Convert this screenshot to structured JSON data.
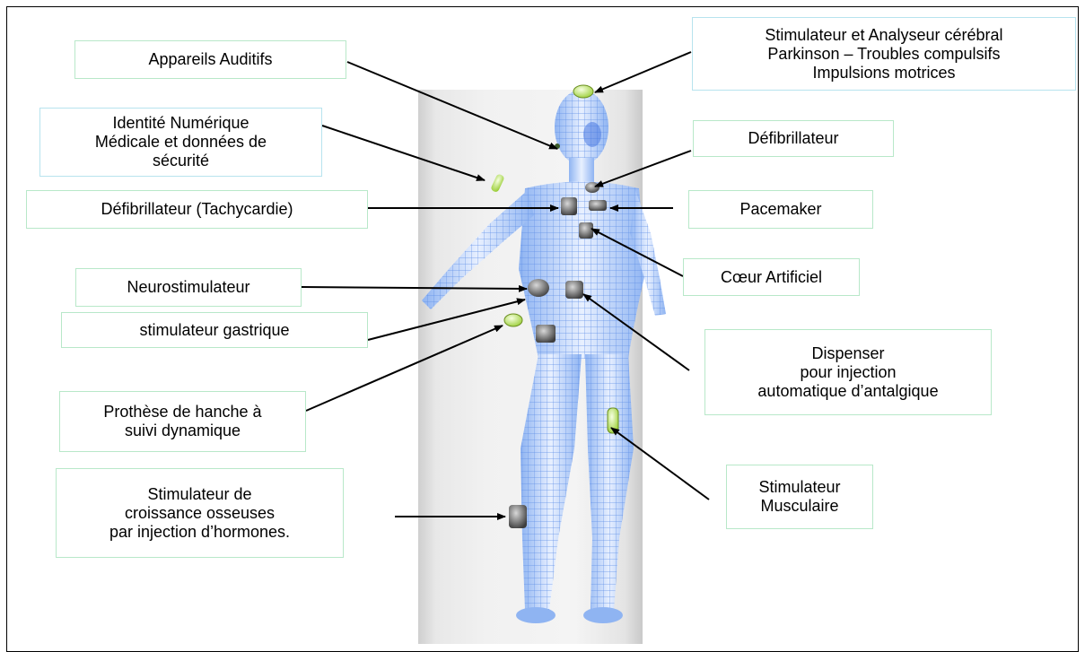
{
  "labels": {
    "appareils_auditifs": "Appareils Auditifs",
    "stimulateur_cerebral": "Stimulateur et Analyseur cérébral\nParkinson – Troubles compulsifs\nImpulsions motrices",
    "identite_numerique": "Identité Numérique\nMédicale et données de\nsécurité",
    "defibrillateur": "Défibrillateur",
    "defibrillateur_tachycardie": "Défibrillateur (Tachycardie)",
    "pacemaker": "Pacemaker",
    "coeur_artificiel": "Cœur Artificiel",
    "neurostimulateur": "Neurostimulateur",
    "stimulateur_gastrique": "stimulateur gastrique",
    "dispenser": "Dispenser\npour injection\nautomatique d’antalgique",
    "prothese_hanche": "Prothèse de hanche à\nsuivi dynamique",
    "stimulateur_musculaire": "Stimulateur\nMusculaire",
    "stimulateur_croissance": "Stimulateur de\ncroissance osseuses\npar injection d’hormones."
  }
}
